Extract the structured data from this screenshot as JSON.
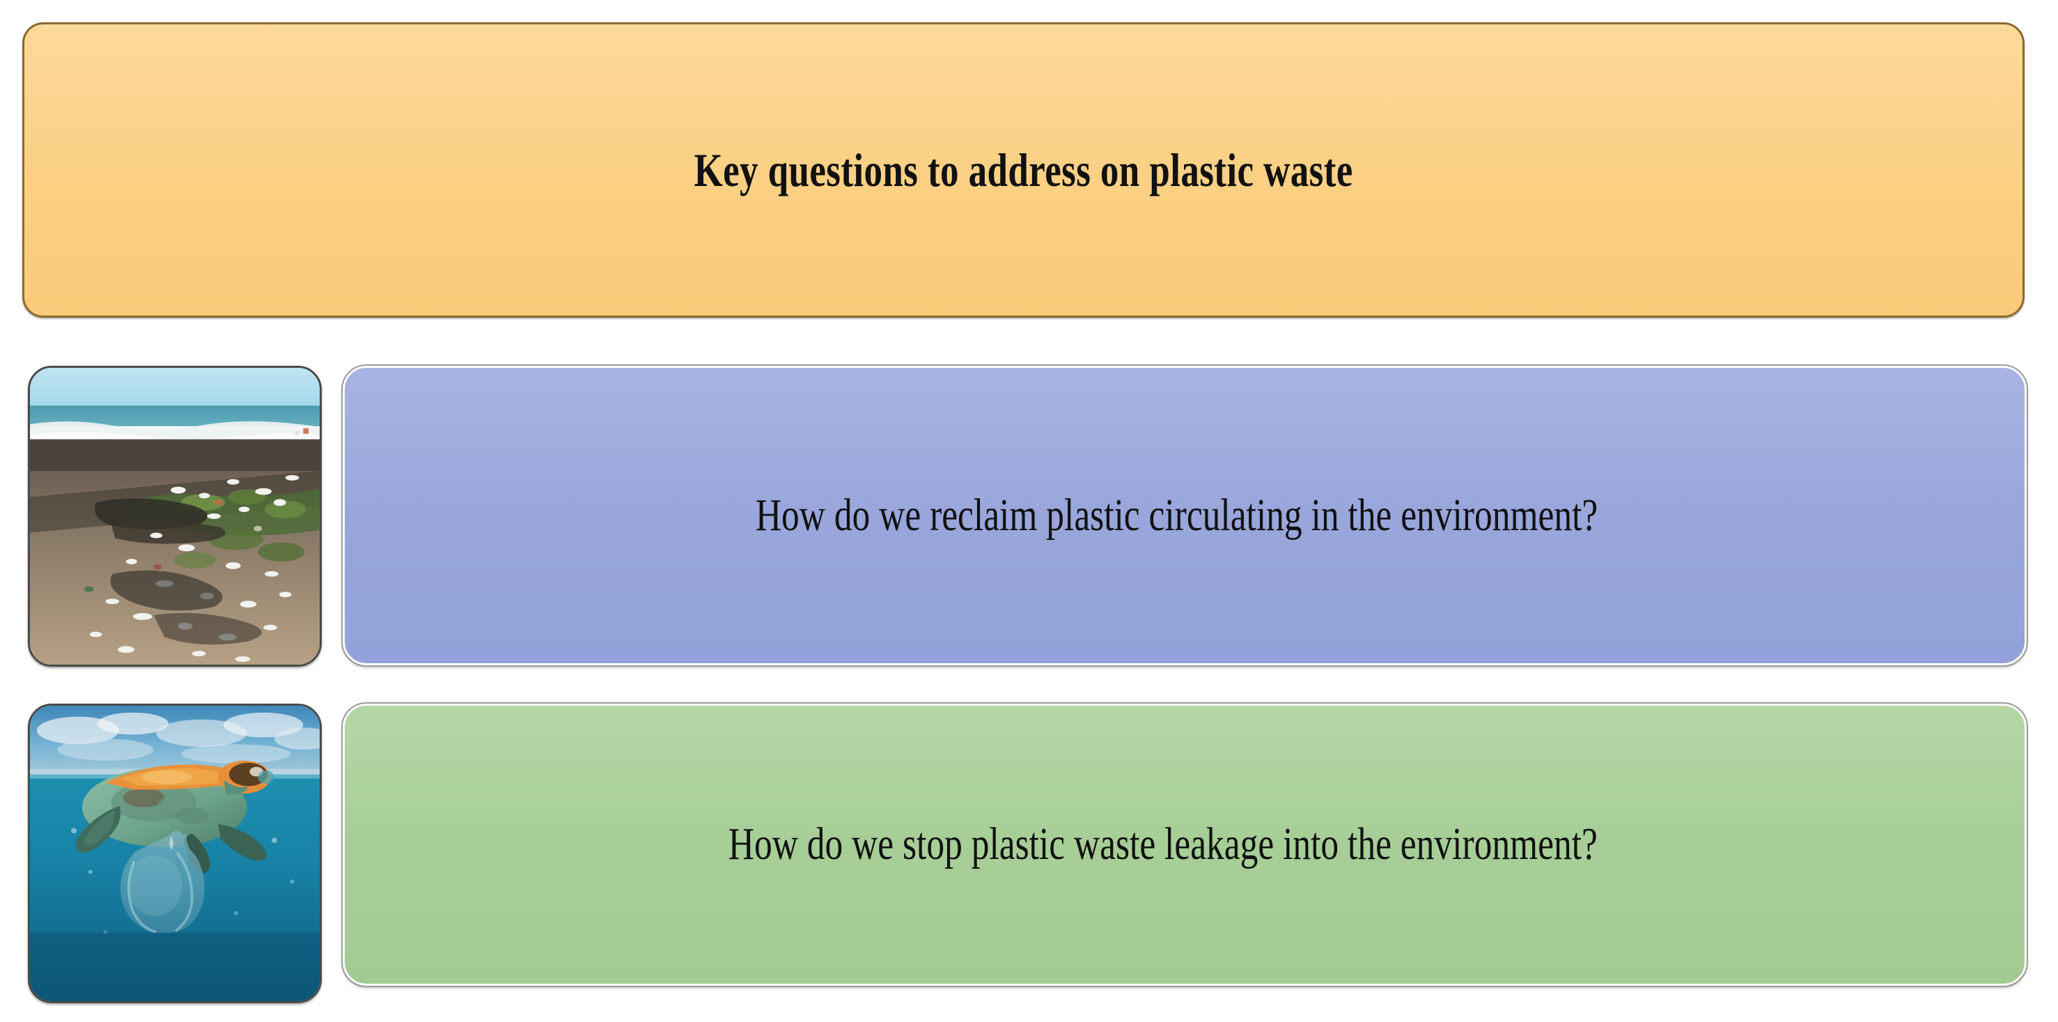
{
  "slide": {
    "title_banner": {
      "text": "Key questions to address on plastic waste",
      "background_color": "#FBD186",
      "border_color": "#8A6A33",
      "text_color": "#111111"
    },
    "rows": [
      {
        "id": "reclaim",
        "question": "How do we reclaim plastic circulating in the environment?",
        "banner_color": "#98A6DB",
        "image": {
          "name": "beach-plastic-waste-photo",
          "alt": "Plastic debris and trash washed up along a dark sand beach with ocean waves in the background"
        }
      },
      {
        "id": "leakage",
        "question": "How do we stop plastic waste leakage into the environment?",
        "banner_color": "#A7CE97",
        "image": {
          "name": "sea-turtle-plastic-bag-photo",
          "alt": "Sea turtle swimming at the ocean surface beside a floating plastic bag"
        }
      }
    ]
  }
}
